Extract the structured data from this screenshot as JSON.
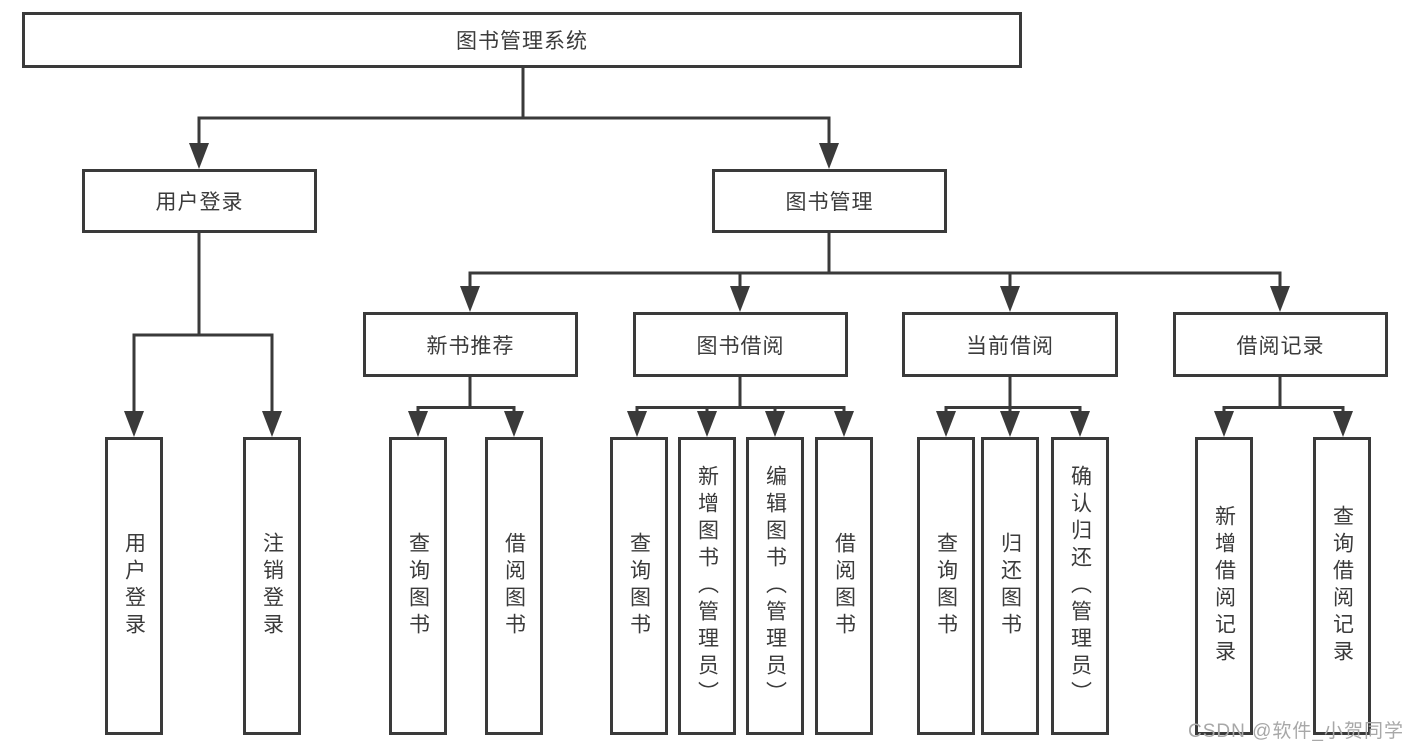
{
  "diagram": {
    "tree": {
      "root": "图书管理系统",
      "user_login": {
        "label": "用户登录",
        "children": {
          "login": "用户登录",
          "logout": "注销登录"
        }
      },
      "book_mgmt": {
        "label": "图书管理",
        "children": {
          "new_book_rec": {
            "label": "新书推荐",
            "children": {
              "query_books": "查询图书",
              "borrow_books": "借阅图书"
            }
          },
          "book_borrow": {
            "label": "图书借阅",
            "children": {
              "query_books": "查询图书",
              "add_books": "新增图书（管理员）",
              "edit_books": "编辑图书（管理员）",
              "borrow_books": "借阅图书"
            }
          },
          "current_borrow": {
            "label": "当前借阅",
            "children": {
              "query_books": "查询图书",
              "return_books": "归还图书",
              "confirm_return": "确认归还（管理员）"
            }
          },
          "borrow_records": {
            "label": "借阅记录",
            "children": {
              "add_record": "新增借阅记录",
              "query_record": "查询借阅记录"
            }
          }
        }
      }
    }
  },
  "watermark": "CSDN @软件_小贺同学",
  "colors": {
    "line": "#3a3a3a",
    "box_border": "#3a3a3a",
    "text": "#3b3b3b",
    "watermark": "#a8a8a8",
    "background": "#ffffff"
  }
}
